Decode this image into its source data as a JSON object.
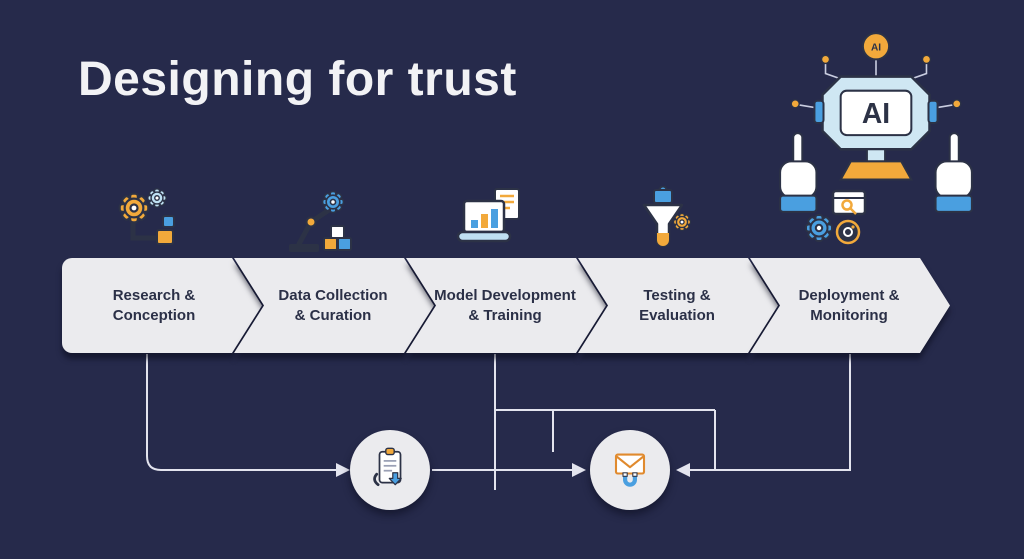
{
  "title": "Designing for trust",
  "colors": {
    "background": "#262a4b",
    "chevron_fill": "#ebebee",
    "label_text": "#2b3047",
    "accent_orange": "#f2a93b",
    "accent_blue": "#4a9fe0",
    "accent_light_blue": "#cfe7f3",
    "connector_line": "#e3e4ee"
  },
  "stages": [
    {
      "line1": "Research &",
      "line2": "Conception",
      "icon": "concept-gears-icon"
    },
    {
      "line1": "Data Collection",
      "line2": "& Curation",
      "icon": "robotic-arm-icon"
    },
    {
      "line1": "Model Development",
      "line2": "& Training",
      "icon": "laptop-chart-icon"
    },
    {
      "line1": "Testing &",
      "line2": "Evaluation",
      "icon": "flask-test-icon"
    },
    {
      "line1": "Deployment &",
      "line2": "Monitoring",
      "icon": "monitor-gear-icon"
    }
  ],
  "ai_graphic": {
    "badge_label": "AI",
    "head_label": "AI"
  },
  "bottom_nodes": [
    {
      "icon": "clipboard-download-icon"
    },
    {
      "icon": "envelope-magnet-icon"
    }
  ]
}
